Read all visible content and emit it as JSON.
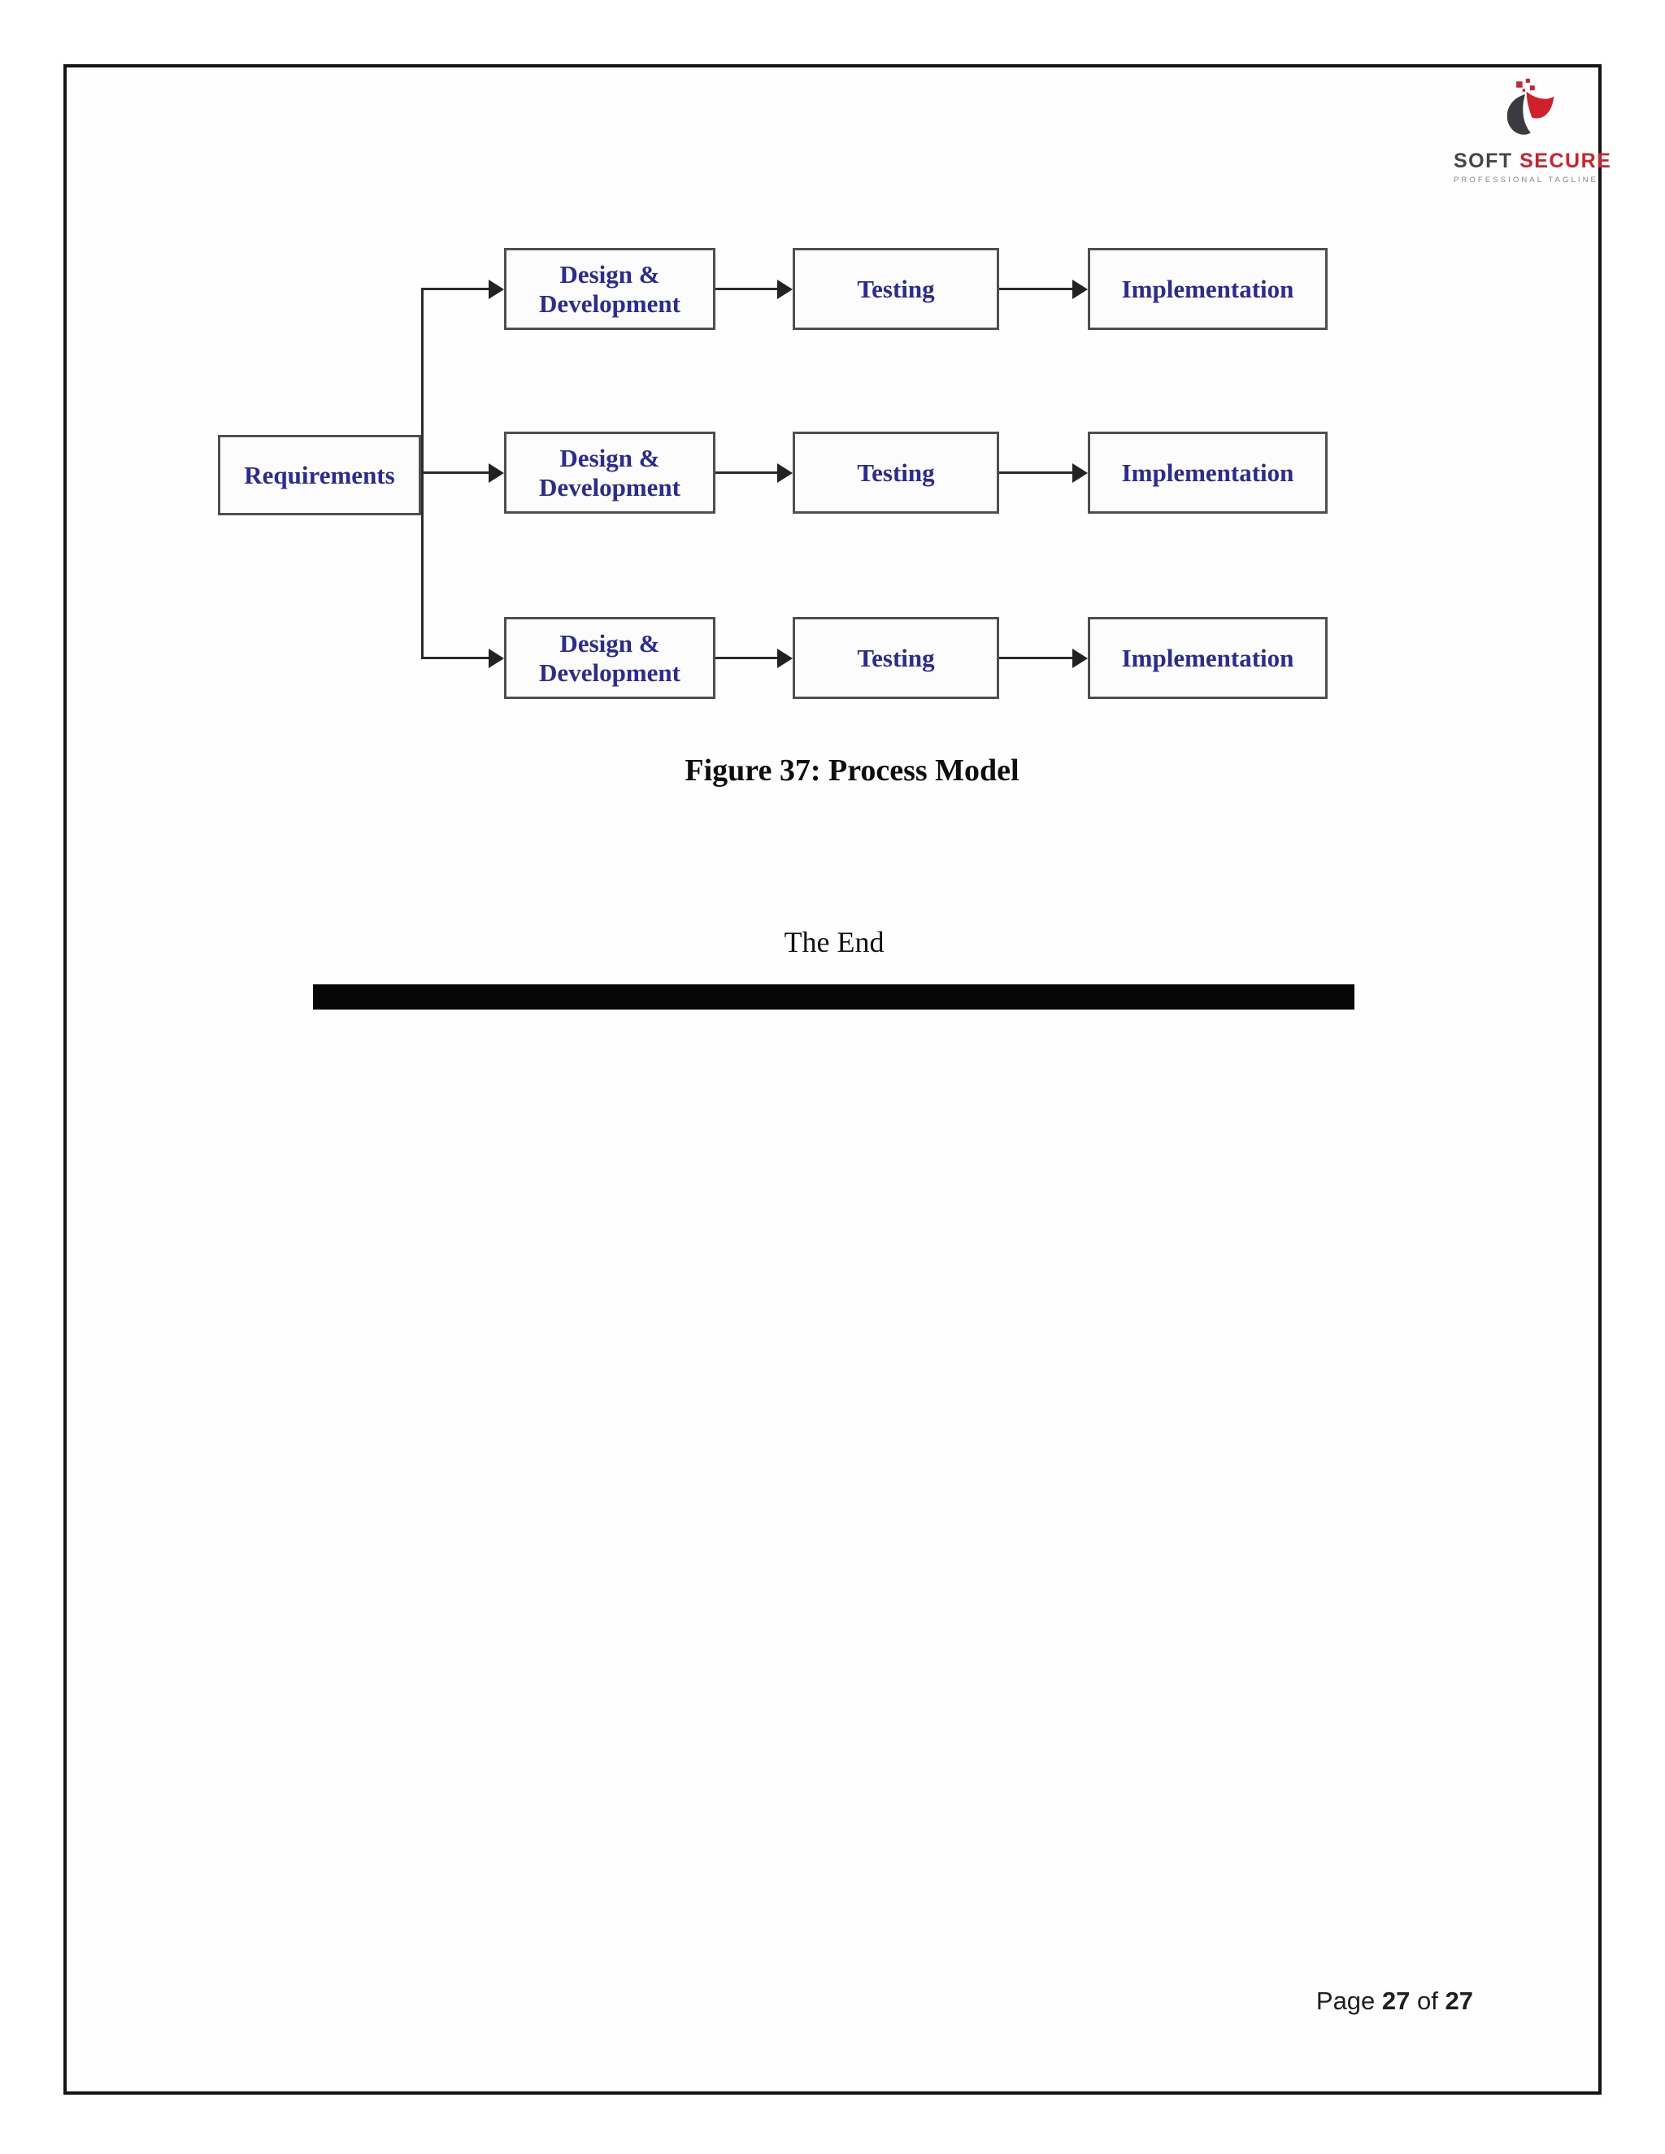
{
  "logo": {
    "brand_first": "SOFT",
    "brand_second": "SECURE",
    "tagline": "PROFESSIONAL TAGLINE",
    "colors": {
      "dark": "#45454d",
      "red": "#d0202b"
    }
  },
  "diagram": {
    "type": "flowchart",
    "root_label": "Requirements",
    "rows": [
      {
        "stages": [
          {
            "label": "Design & Development"
          },
          {
            "label": "Testing"
          },
          {
            "label": "Implementation"
          }
        ]
      },
      {
        "stages": [
          {
            "label": "Design & Development"
          },
          {
            "label": "Testing"
          },
          {
            "label": "Implementation"
          }
        ]
      },
      {
        "stages": [
          {
            "label": "Design & Development"
          },
          {
            "label": "Testing"
          },
          {
            "label": "Implementation"
          }
        ]
      }
    ],
    "text_color": "#2b2b94",
    "box_border_color": "#4f4f4f",
    "connector_color": "#2b2b2b"
  },
  "figure": {
    "caption": "Figure 37: Process Model"
  },
  "closing_text": "The End",
  "footer": {
    "label_page": "Page",
    "current_page": "27",
    "label_of": "of",
    "total_pages": "27"
  }
}
